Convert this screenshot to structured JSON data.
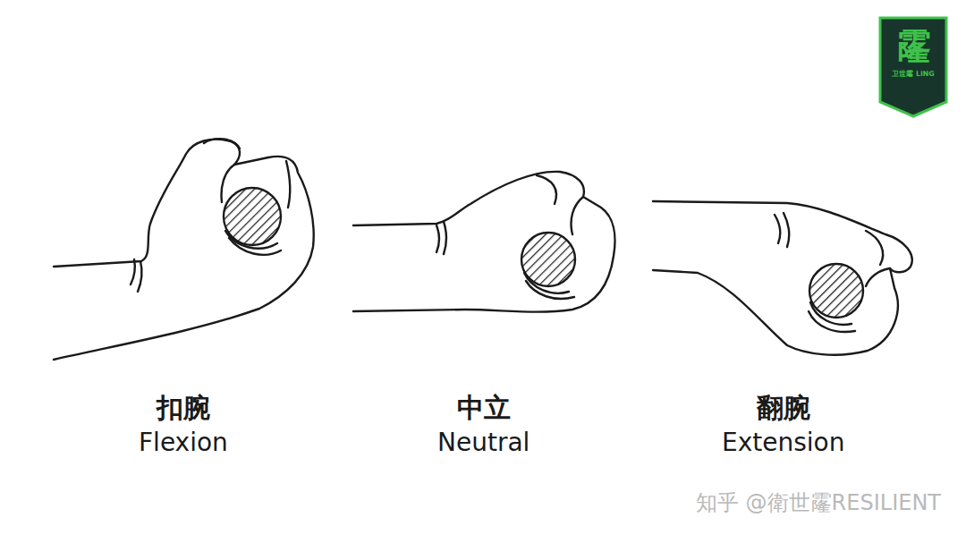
{
  "diagram": {
    "nodes": [
      {
        "text": [
          "霳",
          "卫世霳 LING"
        ]
      }
    ],
    "labels": [
      "扣腕",
      "Flexion",
      "中立",
      "Neutral",
      "翻腕",
      "Extension",
      "知乎 @衛世霳RESILIENT"
    ]
  }
}
